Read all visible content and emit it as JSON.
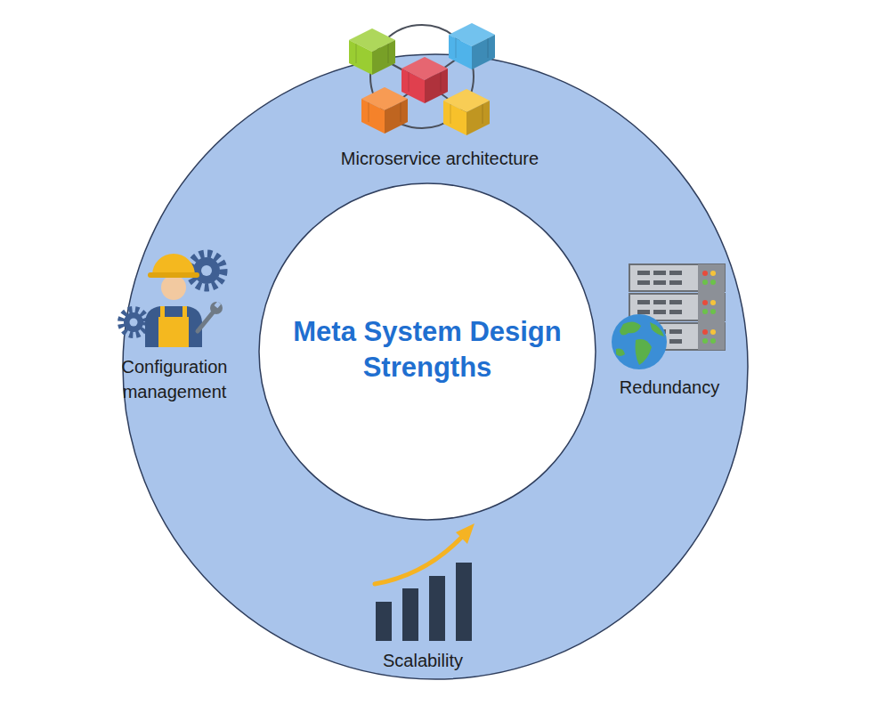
{
  "diagram": {
    "nodes": [
      {
        "text": [
          "Microservice architecture",
          "Redundancy",
          "Scalability",
          "Configuration management"
        ]
      },
      {
        "text": [
          "Meta System Design Strengths"
        ],
        "in": 0
      }
    ]
  }
}
